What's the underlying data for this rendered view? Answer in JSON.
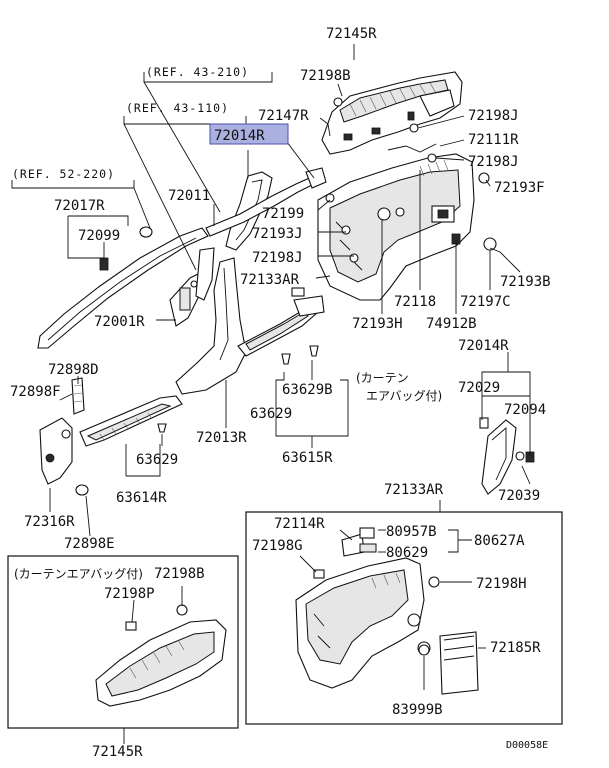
{
  "diagram": {
    "highlighted_part": "72014R",
    "references": {
      "ref_43_210": "(REF. 43-210)",
      "ref_43_110": "(REF. 43-110)",
      "ref_52_220": "(REF. 52-220)"
    },
    "notes": {
      "curtain_airbag_a": "(カーテン",
      "curtain_airbag_b": "エアバッグ付)",
      "curtain_airbag_inset": "(カーテンエアバッグ付)"
    },
    "labels": {
      "p72145R_top": "72145R",
      "p72198B_top": "72198B",
      "p72147R": "72147R",
      "p72014R_hl": "72014R",
      "p72198J_a": "72198J",
      "p72111R": "72111R",
      "p72198J_b": "72198J",
      "p72193F": "72193F",
      "p72017R": "72017R",
      "p72099": "72099",
      "p72011": "72011",
      "p72199": "72199",
      "p72193J": "72193J",
      "p72198J_c": "72198J",
      "p72133AR_a": "72133AR",
      "p72193B": "72193B",
      "p72118": "72118",
      "p72197C": "72197C",
      "p72001R": "72001R",
      "p72193H": "72193H",
      "p74912B": "74912B",
      "p72898D": "72898D",
      "p72014R_b": "72014R",
      "p72898F": "72898F",
      "p63629B": "63629B",
      "p72029": "72029",
      "p63629_a": "63629",
      "p72094": "72094",
      "p72013R": "72013R",
      "p63615R": "63615R",
      "p63629_b": "63629",
      "p63614R": "63614R",
      "p72039": "72039",
      "p72133AR_b": "72133AR",
      "p72316R": "72316R",
      "p72114R": "72114R",
      "p80957B": "80957B",
      "p80627A": "80627A",
      "p72898E": "72898E",
      "p72198G": "72198G",
      "p80629": "80629",
      "p72198B_inset": "72198B",
      "p72198P": "72198P",
      "p72198H": "72198H",
      "p72185R": "72185R",
      "p83999B": "83999B",
      "p72145R_bottom": "72145R"
    },
    "drawing_code": "D00058E"
  }
}
